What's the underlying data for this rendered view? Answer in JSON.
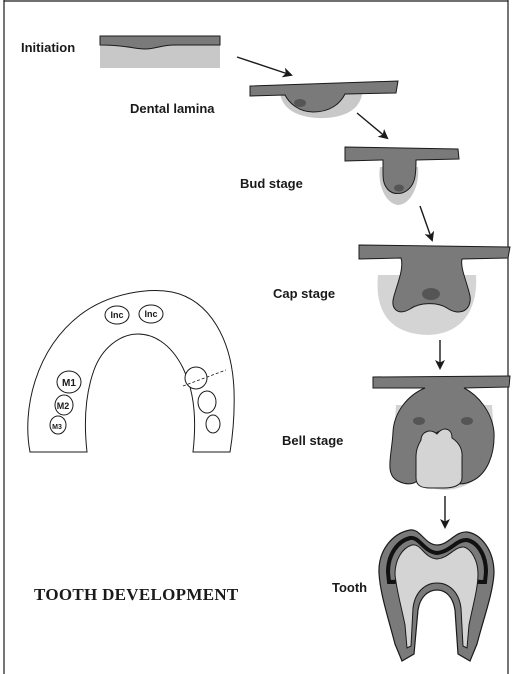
{
  "stages": {
    "initiation": "Initiation",
    "dental_lamina": "Dental lamina",
    "bud": "Bud stage",
    "cap": "Cap stage",
    "bell": "Bell  stage",
    "tooth": "Tooth"
  },
  "arch": {
    "incisor_left": "Inc",
    "incisor_right": "Inc",
    "molar_1": "M1",
    "molar_2": "M2",
    "molar_3": "M3"
  },
  "title": "TOOTH DEVELOPMENT",
  "colors": {
    "epithelium": "#7a7a7a",
    "mesenchyme": "#c8c8c8",
    "dental_papilla": "#d4d4d4",
    "enamel_knot": "#555555",
    "outline": "#1a1a1a"
  }
}
